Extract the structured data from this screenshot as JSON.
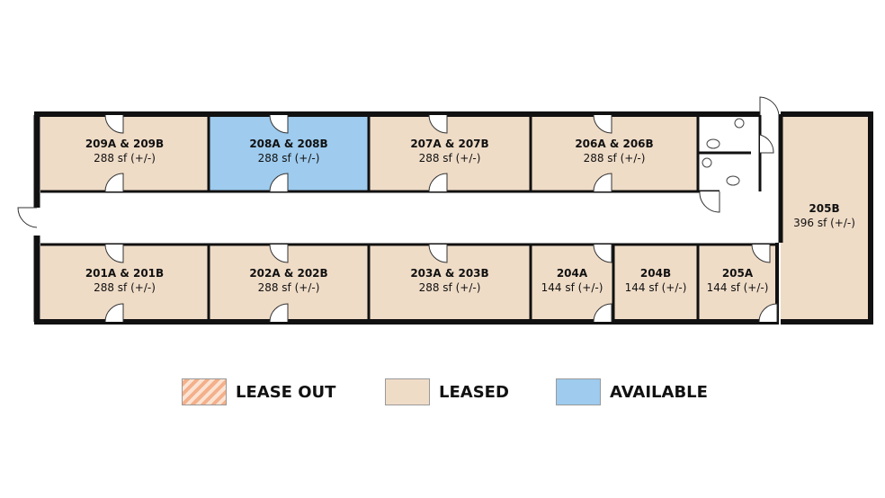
{
  "colors": {
    "leased": "#efdcc7",
    "available": "#9ecbee",
    "lease_out": "#f3b08a",
    "wall": "#111111"
  },
  "rooms": [
    {
      "id": "209",
      "name": "209A & 209B",
      "area": "288 sf (+/-)",
      "status": "leased"
    },
    {
      "id": "208",
      "name": "208A & 208B",
      "area": "288 sf (+/-)",
      "status": "available"
    },
    {
      "id": "207",
      "name": "207A & 207B",
      "area": "288 sf (+/-)",
      "status": "leased"
    },
    {
      "id": "206",
      "name": "206A & 206B",
      "area": "288 sf (+/-)",
      "status": "leased"
    },
    {
      "id": "205B",
      "name": "205B",
      "area": "396 sf (+/-)",
      "status": "leased"
    },
    {
      "id": "201",
      "name": "201A & 201B",
      "area": "288 sf (+/-)",
      "status": "leased"
    },
    {
      "id": "202",
      "name": "202A & 202B",
      "area": "288 sf (+/-)",
      "status": "leased"
    },
    {
      "id": "203",
      "name": "203A & 203B",
      "area": "288 sf (+/-)",
      "status": "leased"
    },
    {
      "id": "204A",
      "name": "204A",
      "area": "144 sf (+/-)",
      "status": "leased"
    },
    {
      "id": "204B",
      "name": "204B",
      "area": "144 sf (+/-)",
      "status": "leased"
    },
    {
      "id": "205A",
      "name": "205A",
      "area": "144 sf (+/-)",
      "status": "leased"
    }
  ],
  "legend": [
    {
      "label": "LEASE OUT",
      "pattern": "hatched"
    },
    {
      "label": "LEASED",
      "pattern": "solid"
    },
    {
      "label": "AVAILABLE",
      "pattern": "solid"
    }
  ]
}
